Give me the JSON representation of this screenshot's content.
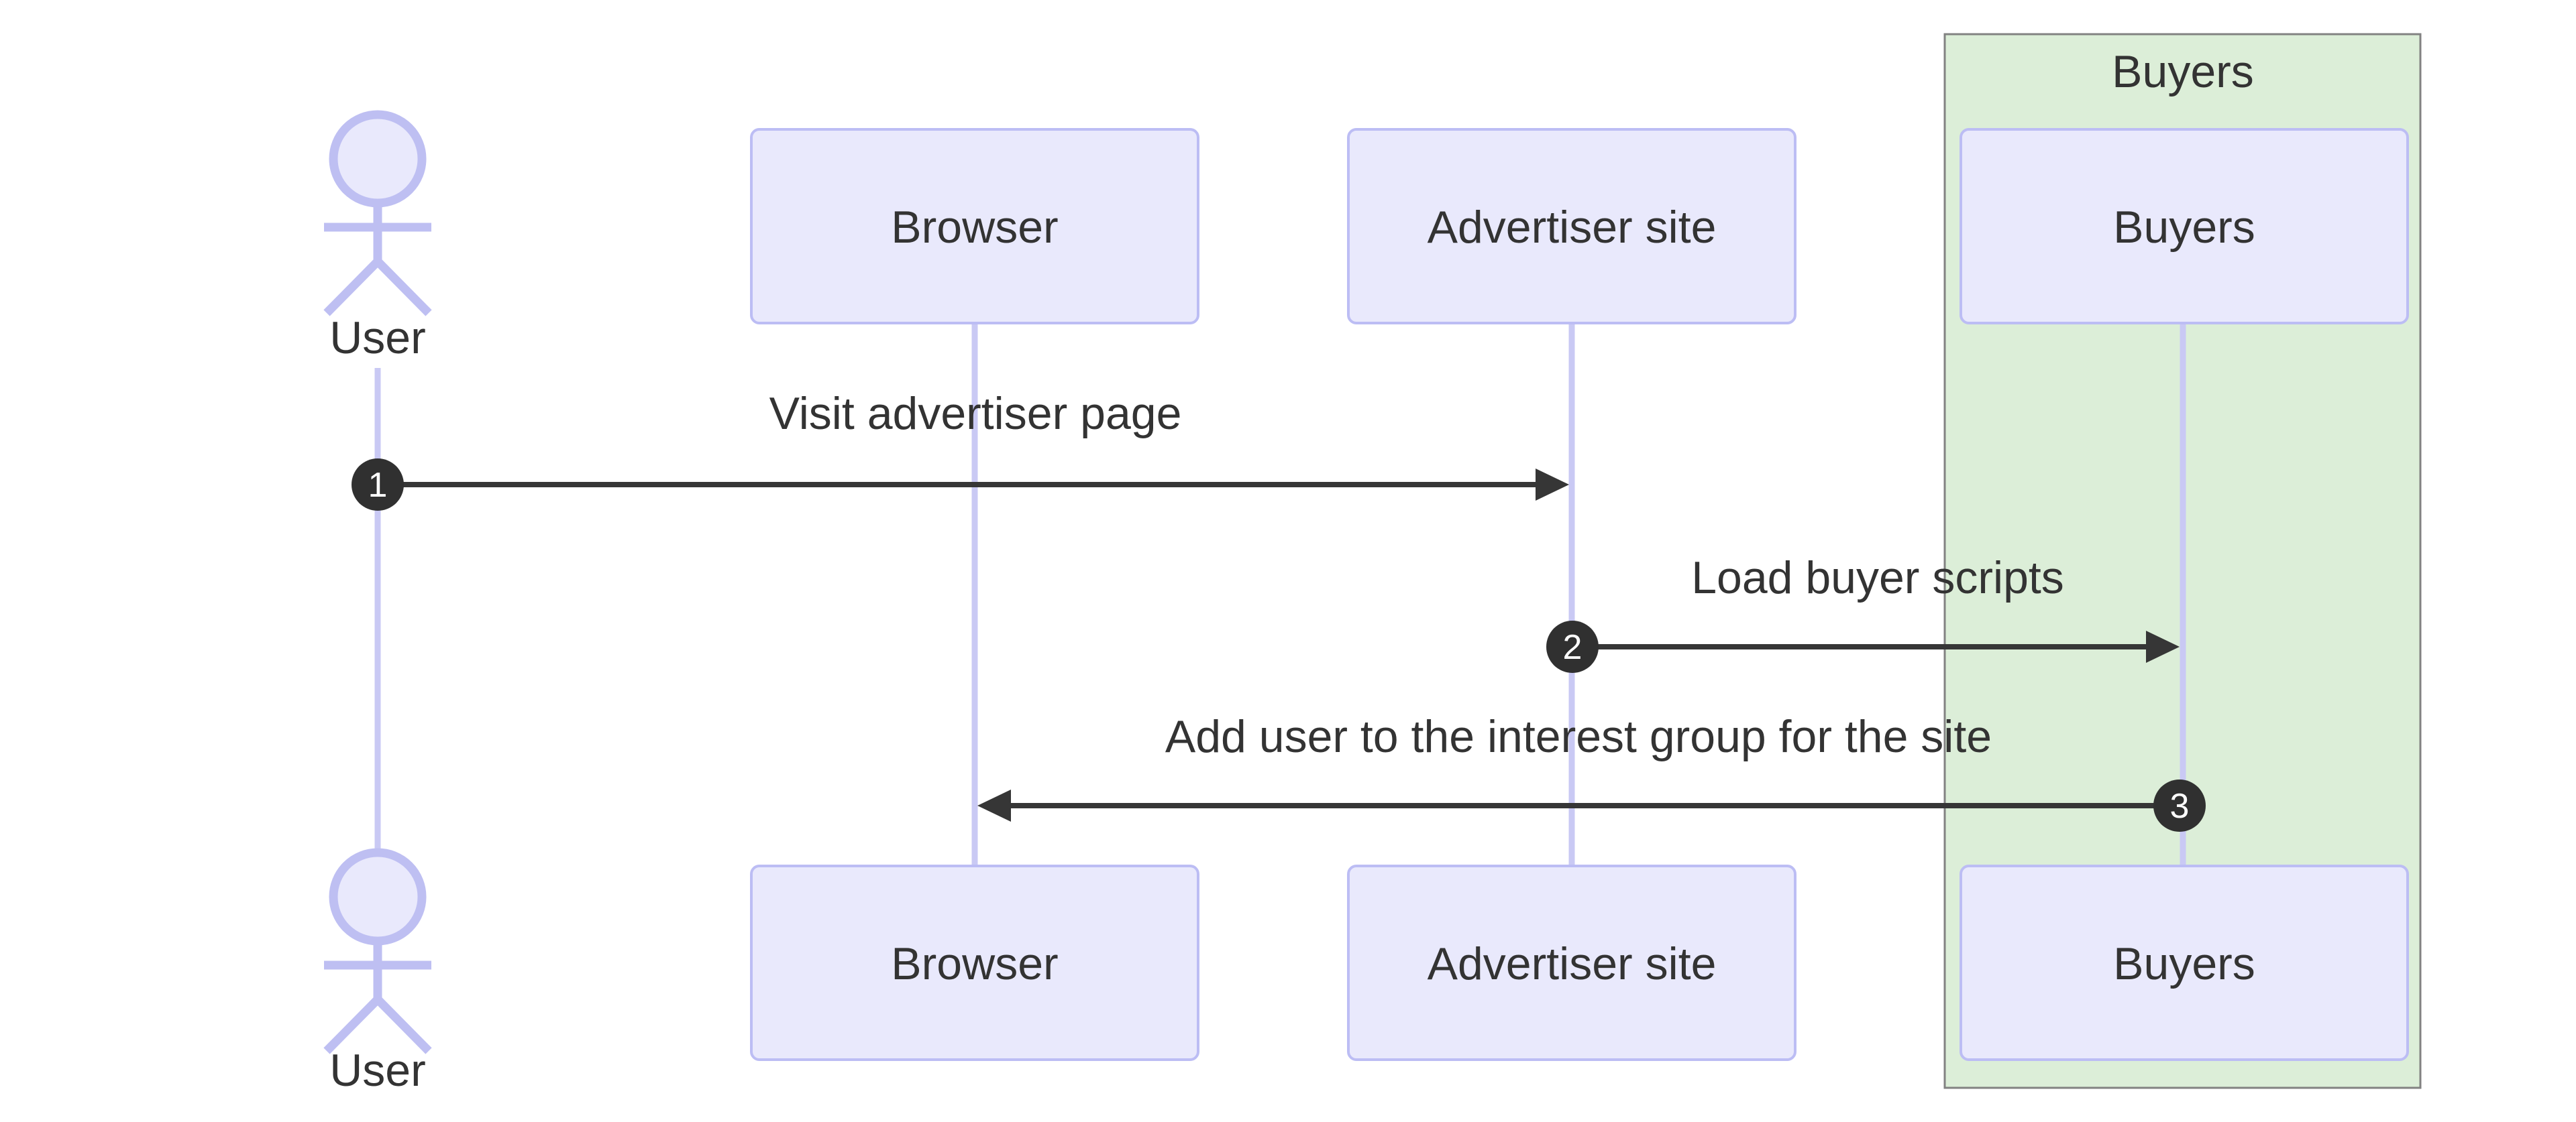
{
  "colors": {
    "background": "#ffffff",
    "text": "#333333",
    "box_fill": "#e9e9fc",
    "box_stroke": "#bcbdf4",
    "lifeline": "#c9c9f4",
    "actor_fill": "#e9e9fc",
    "actor_stroke": "#bebff2",
    "group_fill": "#dceed8",
    "group_stroke": "#828282",
    "arrow": "#363636",
    "badge_fill": "#303030",
    "badge_text": "#ffffff"
  },
  "group": {
    "label": "Buyers"
  },
  "actor": {
    "label": "User"
  },
  "participants": [
    {
      "id": "browser",
      "label": "Browser"
    },
    {
      "id": "advertiser",
      "label": "Advertiser site"
    },
    {
      "id": "buyers",
      "label": "Buyers"
    }
  ],
  "messages": [
    {
      "number": "1",
      "label": "Visit advertiser page",
      "from": "User",
      "to": "Advertiser site"
    },
    {
      "number": "2",
      "label": "Load buyer scripts",
      "from": "Advertiser site",
      "to": "Buyers"
    },
    {
      "number": "3",
      "label": "Add user to the interest group for the site",
      "from": "Buyers",
      "to": "Browser"
    }
  ]
}
